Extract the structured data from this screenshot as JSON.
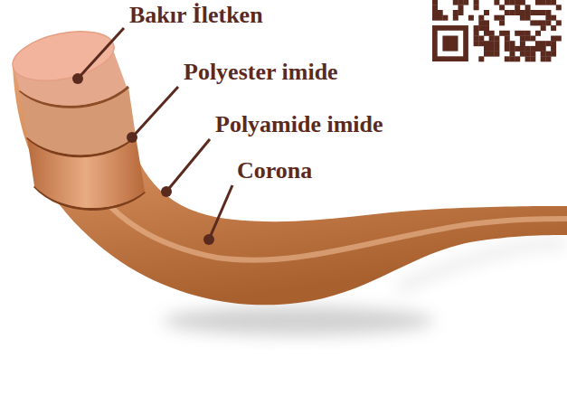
{
  "diagram": {
    "labels": [
      "Bakır İletken",
      "Polyester imide",
      "Polyamide imide",
      "Corona"
    ]
  }
}
